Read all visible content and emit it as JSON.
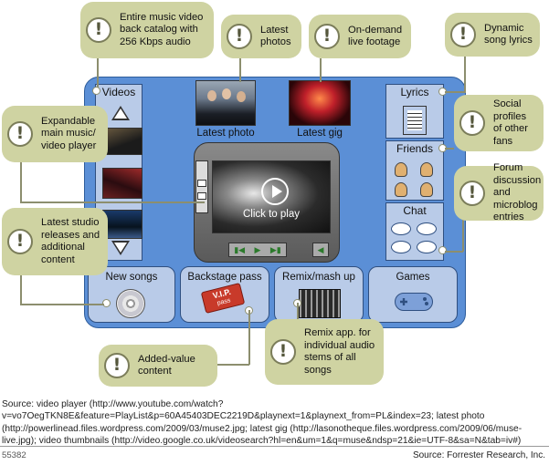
{
  "device": {
    "videos_title": "Videos",
    "latest_photo_caption": "Latest photo",
    "latest_gig_caption": "Latest gig",
    "player_overlay": "Click to play",
    "lyrics_title": "Lyrics",
    "friends_title": "Friends",
    "chat_title": "Chat",
    "bottom": [
      {
        "label": "New songs"
      },
      {
        "label": "Backstage pass"
      },
      {
        "label": "Remix/mash up"
      },
      {
        "label": "Games"
      }
    ],
    "vip_pass": "V.I.P.",
    "vip_pass_sub": "pass"
  },
  "callouts": {
    "catalog": "Entire music video back catalog with 256 Kbps audio",
    "photos": "Latest photos",
    "live": "On-demand live footage",
    "lyrics": "Dynamic song lyrics",
    "player": "Expandable main music/ video player",
    "social": "Social profiles of other fans",
    "studio": "Latest studio releases and additional content",
    "forum": "Forum discussion and microblog entries",
    "value": "Added-value content",
    "remix": "Remix app. for individual audio stems of all songs"
  },
  "source_text": "Source: video player (http://www.youtube.com/watch?v=vo7OegTKN8E&feature=PlayList&p=60A45403DEC2219D&playnext=1&playnext_from=PL&index=23; latest photo (http://powerlinead.files.wordpress.com/2009/03/muse2.jpg; latest gig (http://lasonotheque.files.wordpress.com/2009/06/muse-live.jpg); video thumbnails (http://video.google.co.uk/videosearch?hl=en&um=1&q=muse&ndsp=21&ie=UTF-8&sa=N&tab=iv#)",
  "figure_id": "55382",
  "figure_source": "Source: Forrester Research, Inc.",
  "colors": {
    "device_blue": "#5b8fd6",
    "panel_blue": "#b9cbe8",
    "callout_olive": "#cfd3a2"
  },
  "icons": [
    "exclamation-icon",
    "up-arrow-icon",
    "down-arrow-icon",
    "play-icon",
    "cd-icon",
    "vip-ticket-icon",
    "mixer-icon",
    "gamepad-icon",
    "document-icon",
    "avatar-icon",
    "chat-bubble-icon"
  ]
}
